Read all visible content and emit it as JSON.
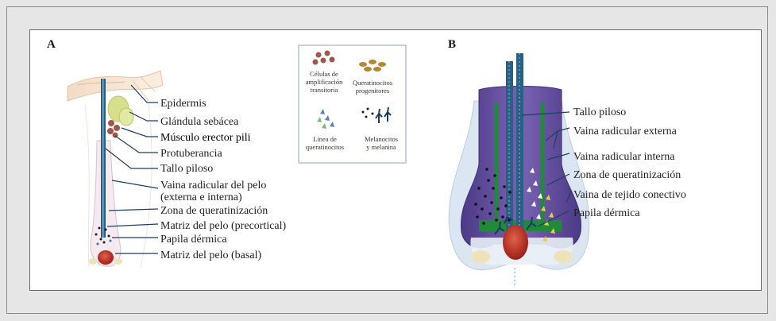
{
  "panel_a": {
    "letter": "A",
    "labels": {
      "epidermis": "Epidermis",
      "sebaceous_gland": "Glándula sebácea",
      "erector_muscle": "Músculo erector pili",
      "bulge": "Protuberancia",
      "hair_shaft": "Tallo piloso",
      "root_sheath_1": "Vaina radicular del pelo",
      "root_sheath_2": "(externa e interna)",
      "keratinization_zone": "Zona de queratinización",
      "matrix_precortical": "Matriz del pelo (precortical)",
      "dermal_papilla": "Papila dérmica",
      "matrix_basal": "Matriz del pelo (basal)"
    }
  },
  "legend": {
    "transit_cells": [
      "Células de",
      "amplificación",
      "transitoria"
    ],
    "progenitor_keratinocytes": [
      "Queratinocitos",
      "progenitores"
    ],
    "keratinocyte_line": [
      "Línea de",
      "queratinocitos"
    ],
    "melanocytes": [
      "Melanocitos",
      "y melanina"
    ]
  },
  "panel_b": {
    "letter": "B",
    "labels": {
      "hair_shaft": "Tallo piloso",
      "outer_root_sheath": "Vaina radicular externa",
      "inner_root_sheath": "Vaina radicular interna",
      "keratinization_zone": "Zona de queratinización",
      "connective_sheath": "Vaina de tejido conectivo",
      "dermal_papilla": "Papila dérmica"
    }
  },
  "colors": {
    "page_bg": "#e6e6e6",
    "panel_bg": "#ffffff",
    "hair_shaft": "#2a5f86",
    "outer_sheath": "#6a4f9c",
    "inner_sheath": "#1f8a3a",
    "papilla": "#c0392b",
    "leader_lines": "#1c3f63"
  }
}
